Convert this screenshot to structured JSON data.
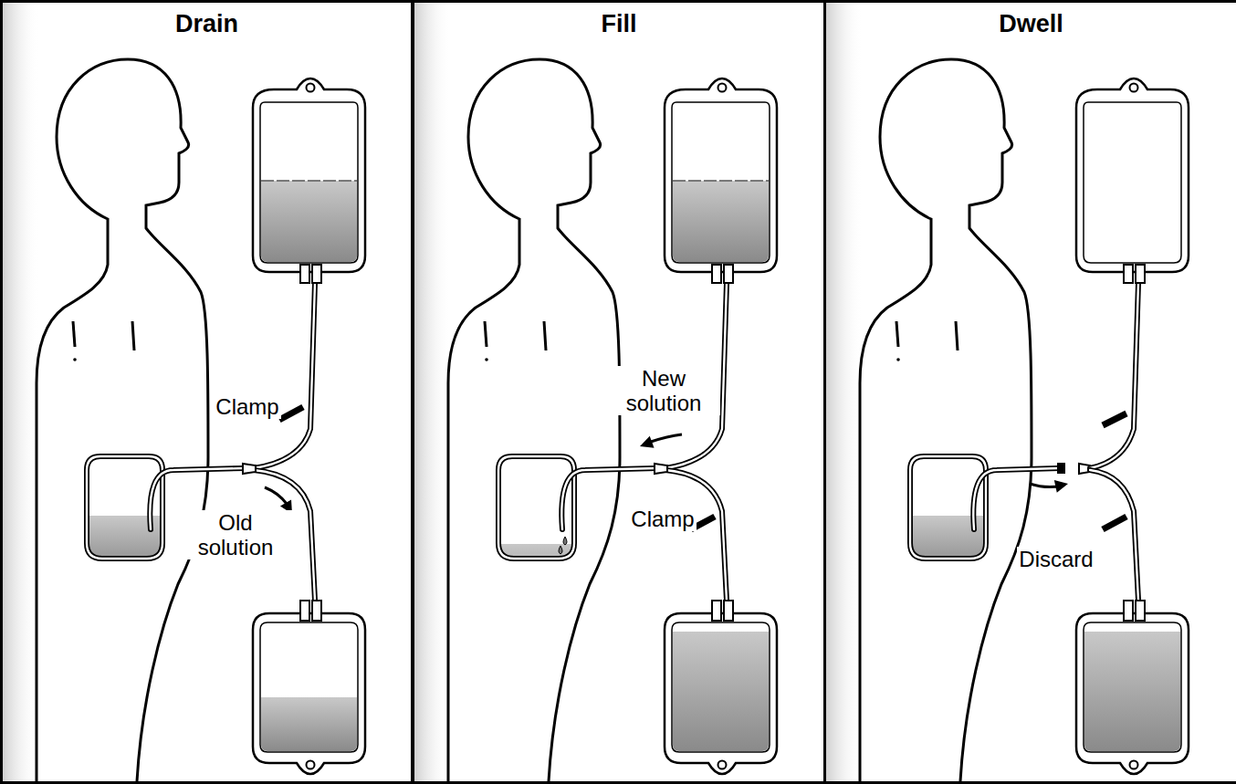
{
  "diagram": {
    "nodes": [
      {
        "text": [
          "Drain"
        ]
      },
      {
        "text": [
          "Fill"
        ]
      },
      {
        "text": [
          "Dwell"
        ]
      }
    ],
    "labels": [
      "Clamp",
      "Old solution",
      "New solution",
      "Clamp",
      "Discard"
    ]
  }
}
